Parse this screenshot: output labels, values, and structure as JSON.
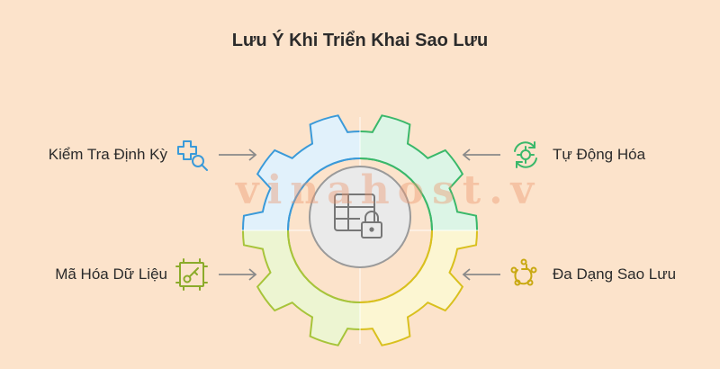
{
  "title": "Lưu Ý Khi Triển Khai Sao Lưu",
  "watermark": "vinahost.v",
  "colors": {
    "background": "#fce3cb",
    "blue_fill": "#e1f1fb",
    "blue_stroke": "#3a9ad9",
    "green_fill": "#dcf5e6",
    "green_stroke": "#3ab86a",
    "yellow_fill": "#fcf6d2",
    "yellow_stroke": "#d9c01e",
    "lime_fill": "#edf5d2",
    "lime_stroke": "#a7c43a",
    "center_fill": "#eaeaea",
    "center_stroke": "#9a9a9a"
  },
  "items": [
    {
      "label": "Kiểm Tra Định Kỳ",
      "icon": "search-plus-icon",
      "color": "#3a9ad9"
    },
    {
      "label": "Tự Động Hóa",
      "icon": "automation-gear-icon",
      "color": "#3ab86a"
    },
    {
      "label": "Mã Hóa Dữ Liệu",
      "icon": "key-icon",
      "color": "#8bab2a"
    },
    {
      "label": "Đa Dạng Sao Lưu",
      "icon": "diversity-icon",
      "color": "#c9a912"
    }
  ],
  "center_icon": "locked-database-icon"
}
